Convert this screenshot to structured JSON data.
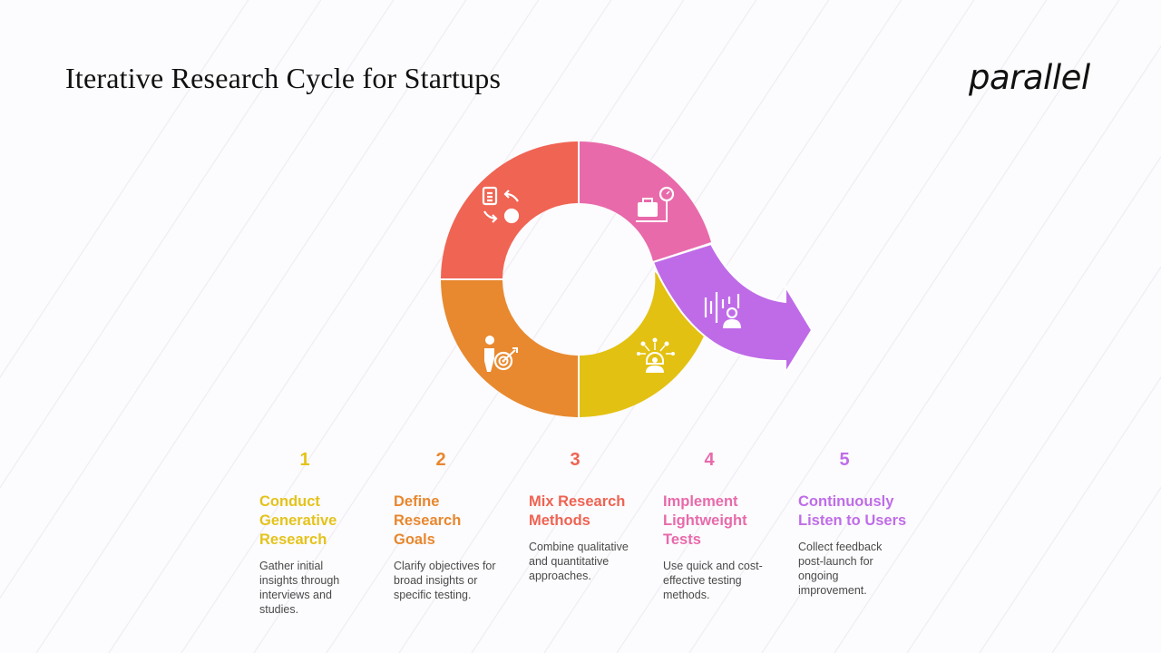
{
  "header": {
    "title": "Iterative Research Cycle for Startups",
    "logo": "parallel"
  },
  "colors": {
    "step1": "#e4c31b",
    "step2": "#e8872e",
    "step3": "#ef6352",
    "step4": "#e86aab",
    "step5": "#bf6de8",
    "ring_red": "#f06453",
    "ring_orange": "#e8892f",
    "ring_yellow": "#e3c112",
    "ring_pink": "#e86aab",
    "ring_purple": "#bf6be8"
  },
  "cycle": {
    "segments": [
      {
        "id": "red",
        "icon": "research-documents-chart-icon"
      },
      {
        "id": "pink",
        "icon": "scale-weighing-bag-icon"
      },
      {
        "id": "purple-arrow",
        "icon": "voice-listening-user-icon"
      },
      {
        "id": "yellow",
        "icon": "mixed-ideas-person-icon"
      },
      {
        "id": "orange",
        "icon": "person-target-icon"
      }
    ]
  },
  "steps": [
    {
      "number": "1",
      "heading": "Conduct Generative Research",
      "description": "Gather initial insights through interviews and studies."
    },
    {
      "number": "2",
      "heading": "Define Research Goals",
      "description": "Clarify objectives for broad insights or specific testing."
    },
    {
      "number": "3",
      "heading": "Mix Research Methods",
      "description": "Combine qualitative and quantitative approaches."
    },
    {
      "number": "4",
      "heading": "Implement Lightweight Tests",
      "description": "Use quick and cost-effective testing methods."
    },
    {
      "number": "5",
      "heading": "Continuously Listen to Users",
      "description": "Collect feedback post-launch for ongoing improvement."
    }
  ]
}
